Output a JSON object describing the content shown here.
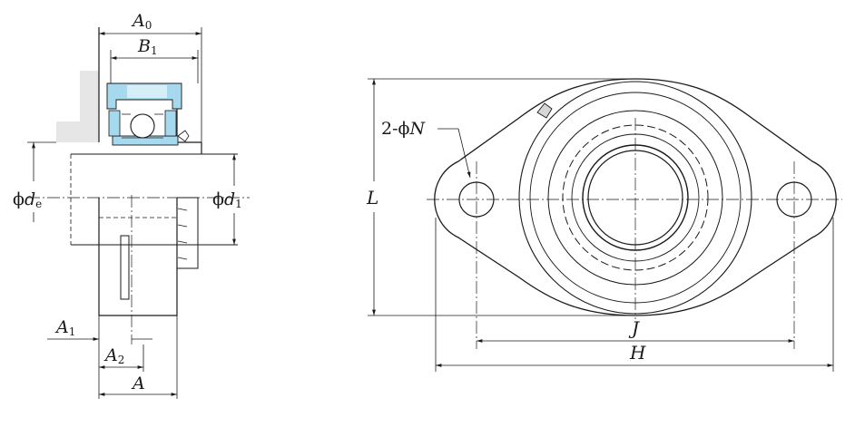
{
  "colors": {
    "ink": "#1a1a1a",
    "bearing_fill": "#a6d8ee",
    "bearing_light": "#d6eef8",
    "housing_shade": "#e6e6e6"
  },
  "labels": {
    "A0": {
      "main": "A",
      "sub": "0"
    },
    "B1": {
      "main": "B",
      "sub": "1"
    },
    "de": {
      "phi": "ϕ",
      "main": "d",
      "sub": "e"
    },
    "d1": {
      "phi": "ϕ",
      "main": "d",
      "sub": "1"
    },
    "A1": {
      "main": "A",
      "sub": "1"
    },
    "A2": {
      "main": "A",
      "sub": "2"
    },
    "A": {
      "main": "A"
    },
    "N": {
      "prefix": "2-ϕ",
      "main": "N"
    },
    "L": {
      "main": "L"
    },
    "J": {
      "main": "J"
    },
    "H": {
      "main": "H"
    }
  }
}
